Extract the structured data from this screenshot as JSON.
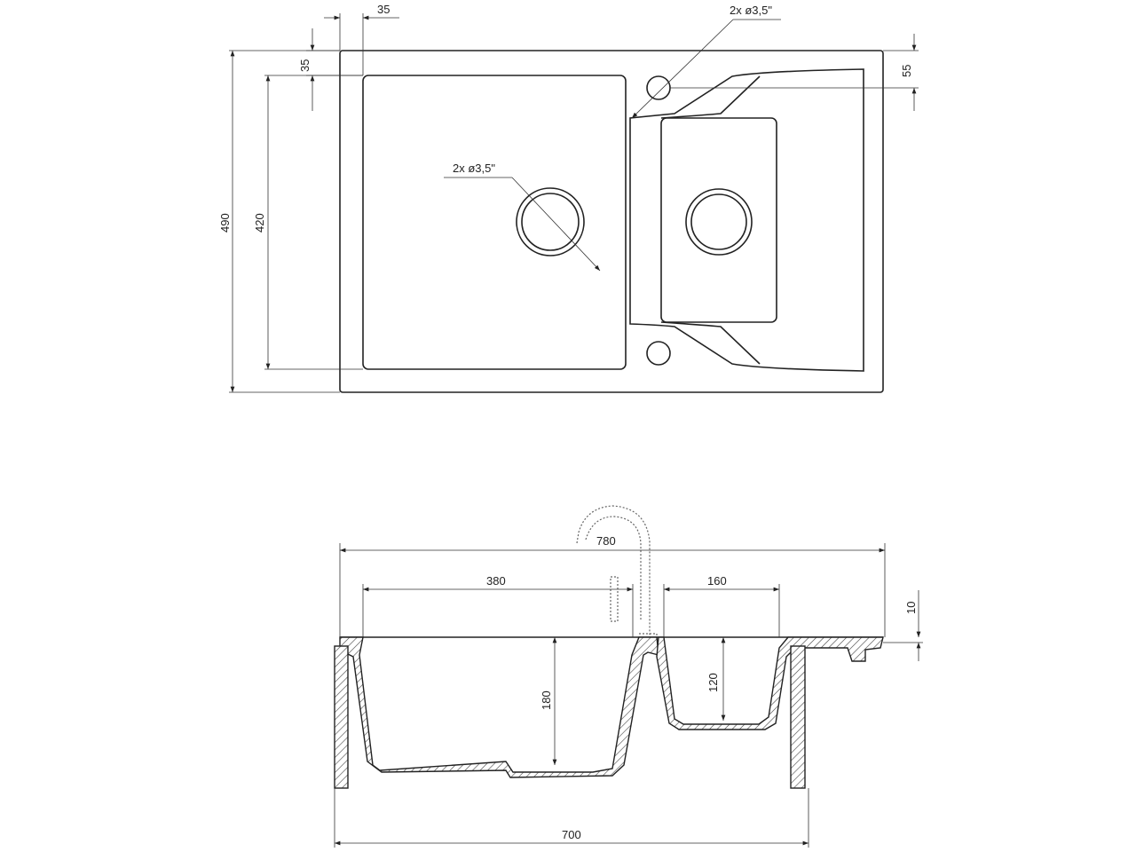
{
  "top_view": {
    "dim_left_offset": "35",
    "dim_top_offset": "35",
    "dim_total_depth": "490",
    "dim_bowl_depth": "420",
    "dim_right_offset": "55",
    "faucet_holes_label": "2x ø3,5\"",
    "drain_label": "2x ø3,5\""
  },
  "section_view": {
    "dim_total_width": "780",
    "dim_main_bowl_width": "380",
    "dim_small_bowl_width": "160",
    "dim_rim_thickness": "10",
    "dim_main_bowl_depth": "180",
    "dim_small_bowl_depth": "120",
    "dim_cutout_width": "700"
  }
}
